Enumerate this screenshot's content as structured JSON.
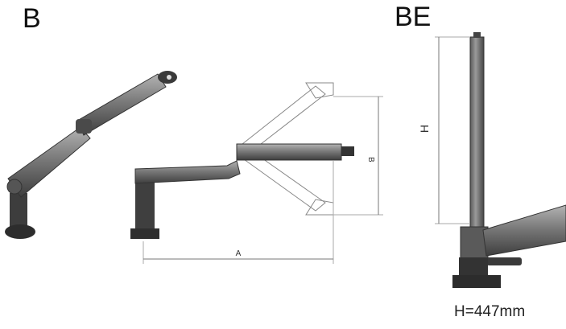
{
  "labels": {
    "model_b": "B",
    "model_be": "BE",
    "height_value": "H=447mm"
  },
  "dimensions": {
    "a": "A",
    "b": "B",
    "h": "H"
  }
}
